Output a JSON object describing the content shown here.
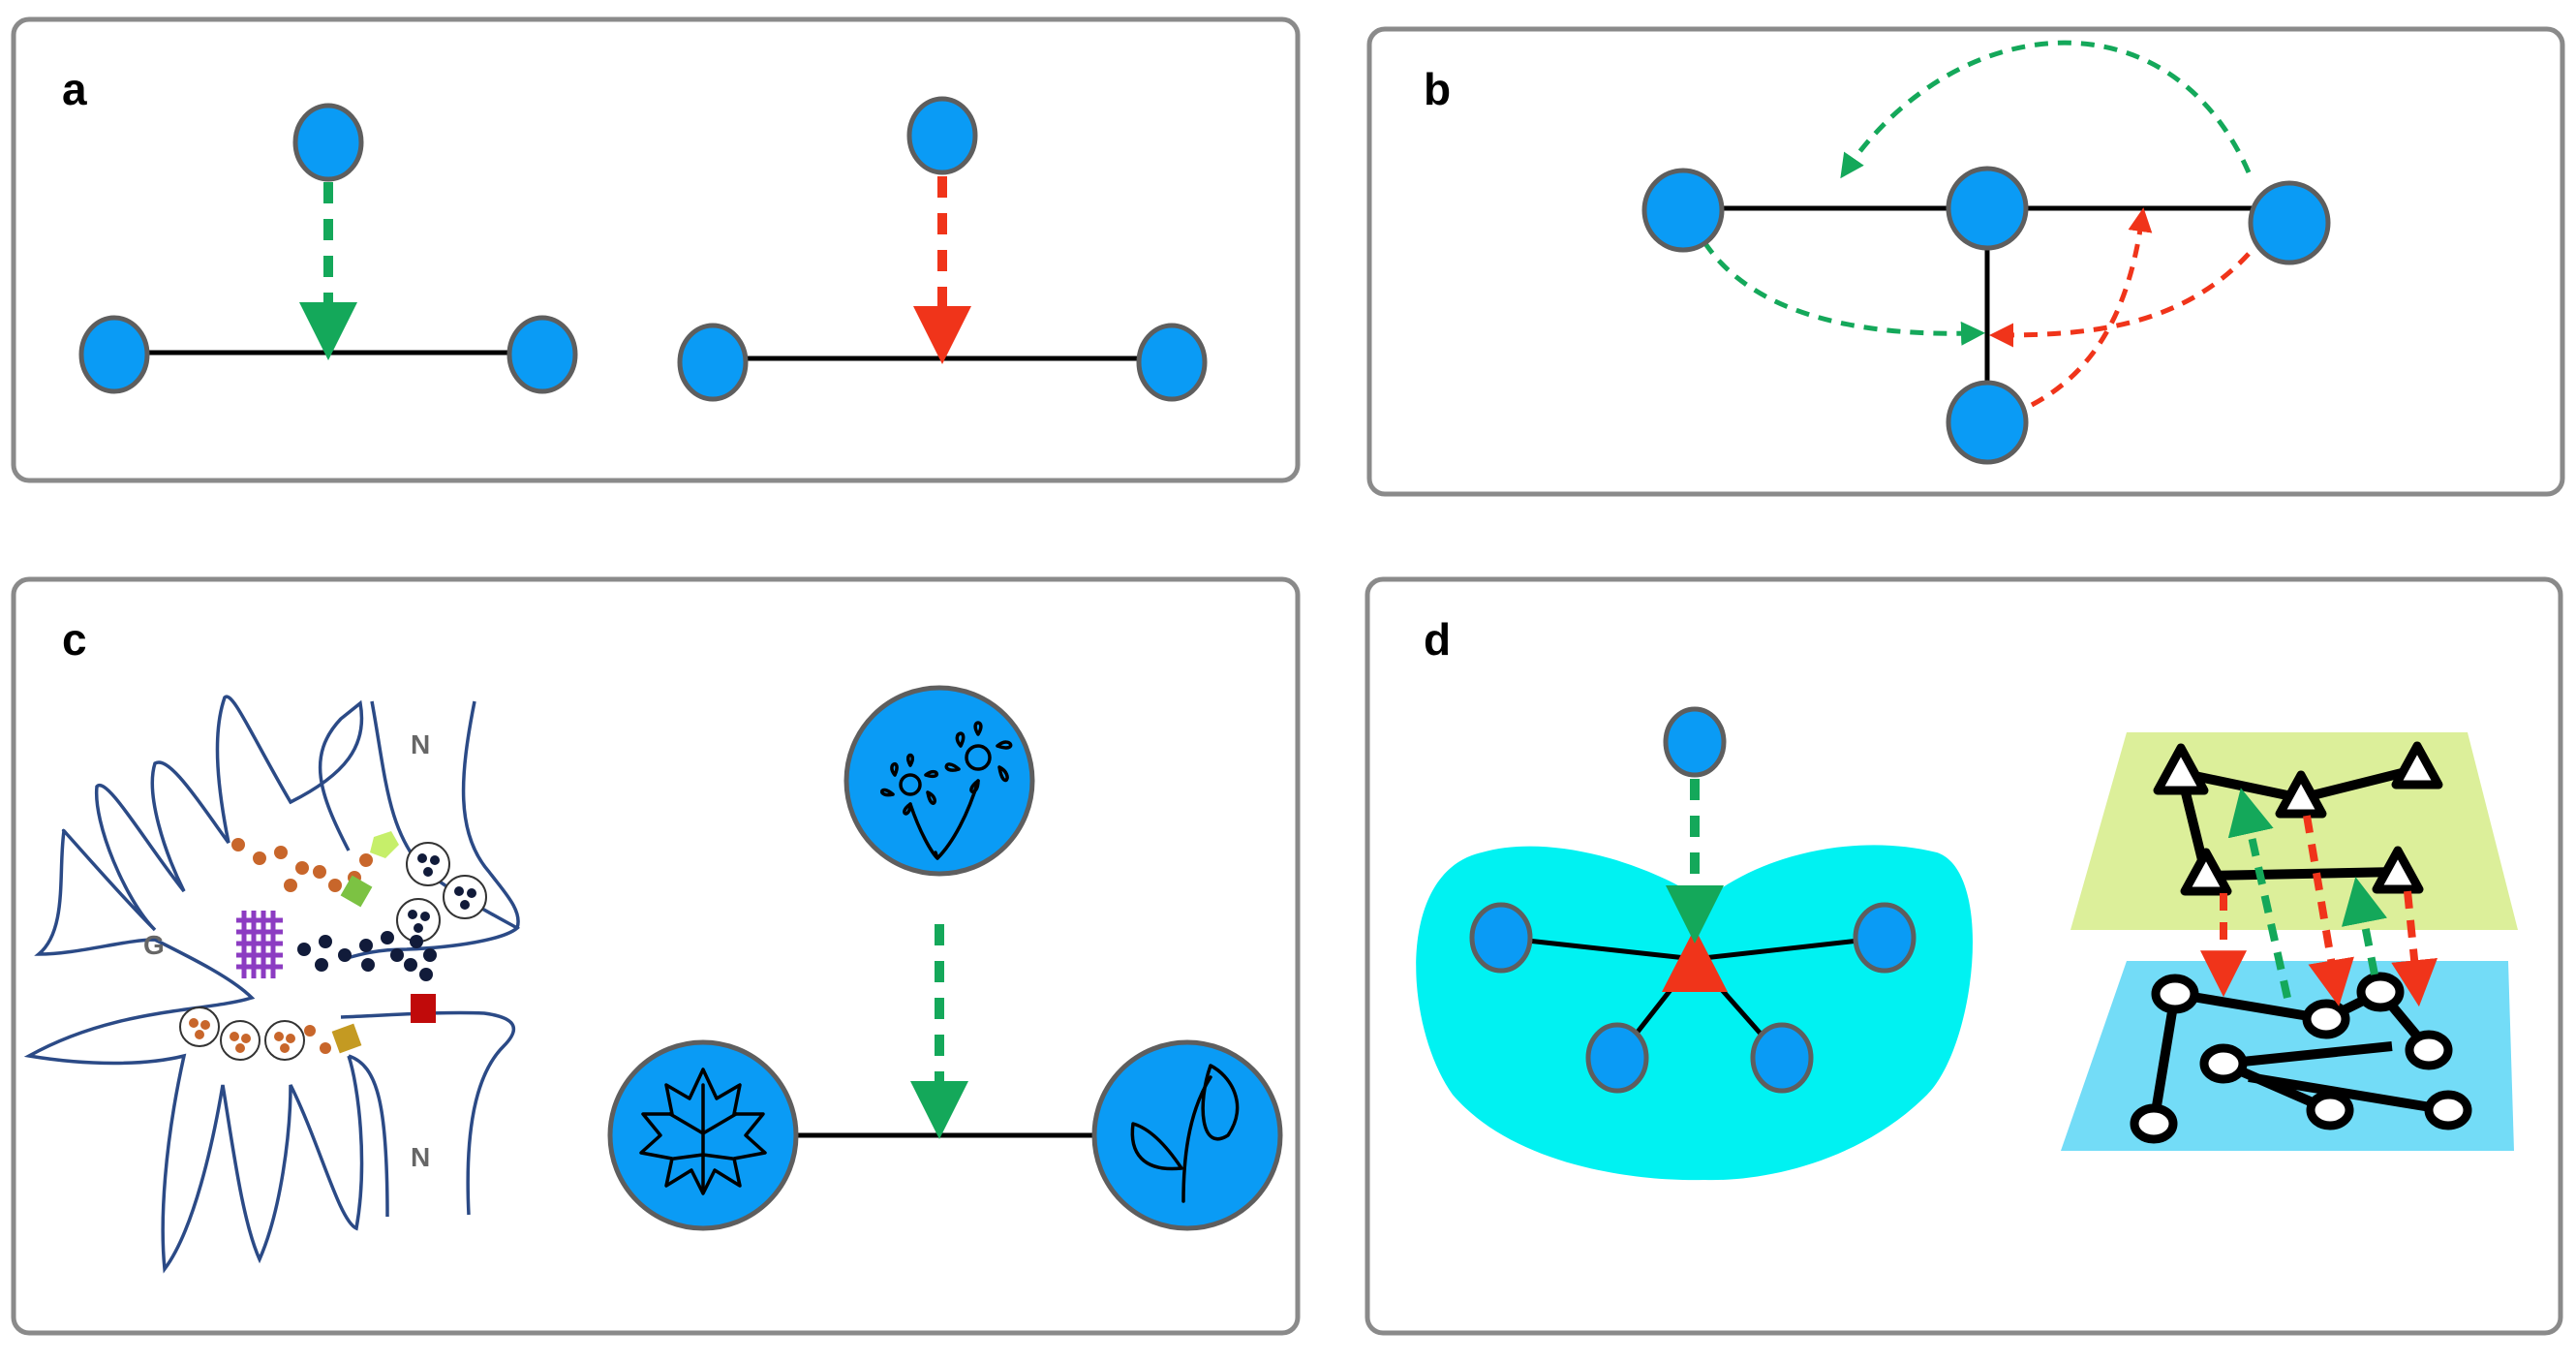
{
  "colors": {
    "node": "#0a9bf5",
    "node_outline": "#5e5e5e",
    "edge": "#000000",
    "excitatory": "#14a85a",
    "inhibitory": "#f0341a",
    "frame": "#8a8a8a",
    "blob": "#00f2f2",
    "upper_layer": "#dcef9a",
    "lower_layer": "#73dcf7",
    "cell_outline": "#2b4a86",
    "vesicle_dot": "#c8662b",
    "neurotransmitter": "#111b3a",
    "receptor_purple": "#8c3cc2",
    "receptor_green": "#7cc243",
    "receptor_lime": "#c6ef6a",
    "receptor_olive": "#c49a22",
    "channel_red": "#c00a0a",
    "hyperedge_triangle": "#f0341a"
  },
  "panels": {
    "a": {
      "label": "a",
      "left_interaction": {
        "modulation": "activation",
        "color": "excitatory"
      },
      "right_interaction": {
        "modulation": "inhibition",
        "color": "inhibitory"
      }
    },
    "b": {
      "label": "b",
      "modulations": [
        "excitatory",
        "excitatory",
        "inhibitory",
        "inhibitory"
      ]
    },
    "c": {
      "label": "c",
      "cell_labels": {
        "glia": "G",
        "neuron_top": "N",
        "neuron_bottom": "N"
      },
      "node_icons": [
        "flower-icon",
        "maple-leaf-icon",
        "sprout-icon"
      ]
    },
    "d": {
      "label": "d",
      "layers": [
        "triangle-node-layer",
        "circle-node-layer"
      ]
    }
  }
}
